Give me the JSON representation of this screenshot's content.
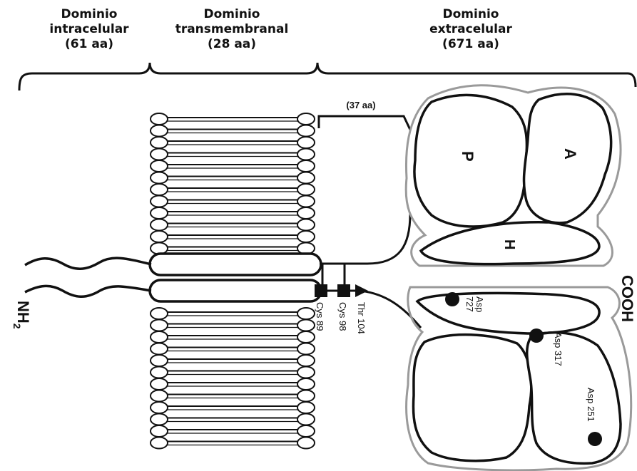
{
  "headers": {
    "intracellular": {
      "line1": "Dominio",
      "line2": "intracelular",
      "line3": "(61 aa)"
    },
    "transmembrane": {
      "line1": "Dominio",
      "line2": "transmembranal",
      "line3": "(28 aa)"
    },
    "extracellular": {
      "line1": "Dominio",
      "line2": "extracelular",
      "line3": "(671 aa)"
    }
  },
  "labels": {
    "stalk": "(37 aa)",
    "nh2_main": "NH",
    "nh2_sub": "2",
    "cooh": "COOH",
    "domain_p": "P",
    "domain_a": "A",
    "domain_h": "H",
    "cys89": "Cys 89",
    "cys98": "Cys 98",
    "thr104": "Thr 104",
    "asp727_a": "Asp",
    "asp727_b": "727",
    "asp317": "Asp 317",
    "asp251": "Asp 251"
  }
}
